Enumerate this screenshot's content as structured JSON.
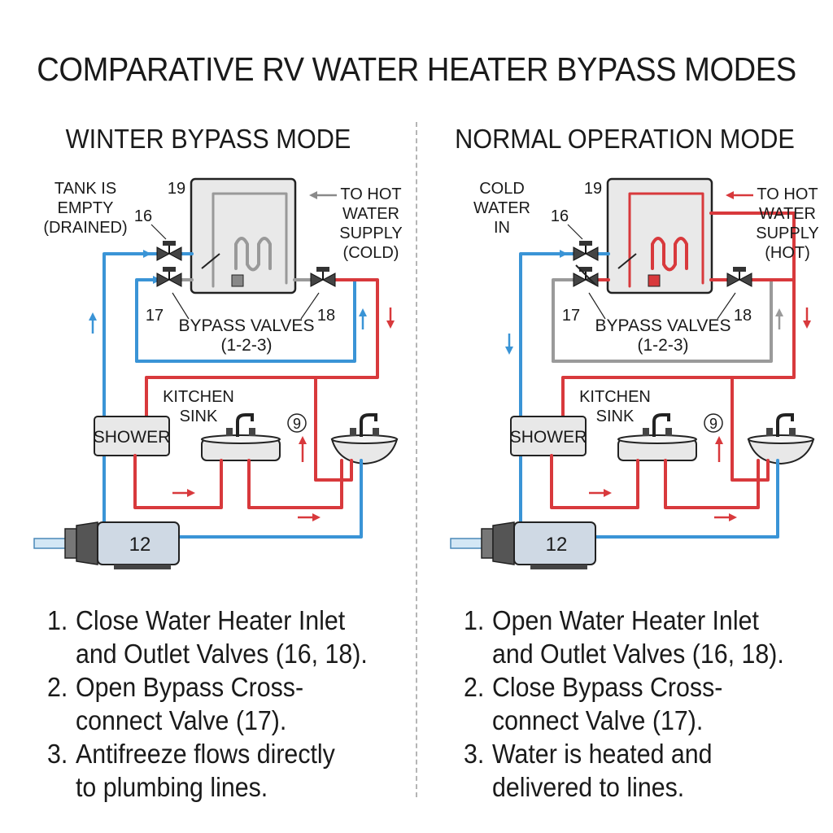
{
  "title": "COMPARATIVE RV WATER HEATER BYPASS MODES",
  "colors": {
    "cold": "#3a94d6",
    "hot": "#d8393c",
    "bypass_inactive": "#9a9a9a",
    "tank_fill": "#e9e9e9",
    "fixture_fill": "#e8e8e8"
  },
  "panels": [
    {
      "mode": "winter",
      "heading": "WINTER BYPASS MODE",
      "tank_note": [
        "TANK IS",
        "EMPTY",
        "(DRAINED)"
      ],
      "supply_note": [
        "TO HOT",
        "WATER",
        "SUPPLY",
        "(COLD)"
      ],
      "supply_arrow_color": "#8a8a8a",
      "valve_labels": {
        "inlet": "16",
        "crossover": "17",
        "outlet": "18",
        "tank": "19",
        "faucet": "9",
        "pump": "12"
      },
      "bypass_label": [
        "BYPASS VALVES",
        "(1-2-3)"
      ],
      "fixtures": {
        "shower": "SHOWER",
        "kitchen": [
          "KITCHEN",
          "SINK"
        ]
      },
      "steps": [
        {
          "num": "1.",
          "text": "Close Water Heater Inlet\nand Outlet Valves (16, 18)."
        },
        {
          "num": "2.",
          "text": "Open Bypass Cross-\nconnect Valve (17)."
        },
        {
          "num": "3.",
          "text": "Antifreeze flows directly\nto plumbing lines."
        }
      ]
    },
    {
      "mode": "normal",
      "heading": "NORMAL OPERATION MODE",
      "tank_note": [
        "COLD",
        "WATER",
        "IN"
      ],
      "supply_note": [
        "TO HOT",
        "WATER",
        "SUPPLY",
        "(HOT)"
      ],
      "supply_arrow_color": "#d8393c",
      "valve_labels": {
        "inlet": "16",
        "crossover": "17",
        "outlet": "18",
        "tank": "19",
        "faucet": "9",
        "pump": "12"
      },
      "bypass_label": [
        "BYPASS VALVES",
        "(1-2-3)"
      ],
      "fixtures": {
        "shower": "SHOWER",
        "kitchen": [
          "KITCHEN",
          "SINK"
        ]
      },
      "steps": [
        {
          "num": "1.",
          "text": "Open Water Heater Inlet\nand Outlet Valves (16, 18)."
        },
        {
          "num": "2.",
          "text": "Close Bypass Cross-\nconnect Valve (17)."
        },
        {
          "num": "3.",
          "text": "Water is heated and\ndelivered to lines."
        }
      ]
    }
  ]
}
